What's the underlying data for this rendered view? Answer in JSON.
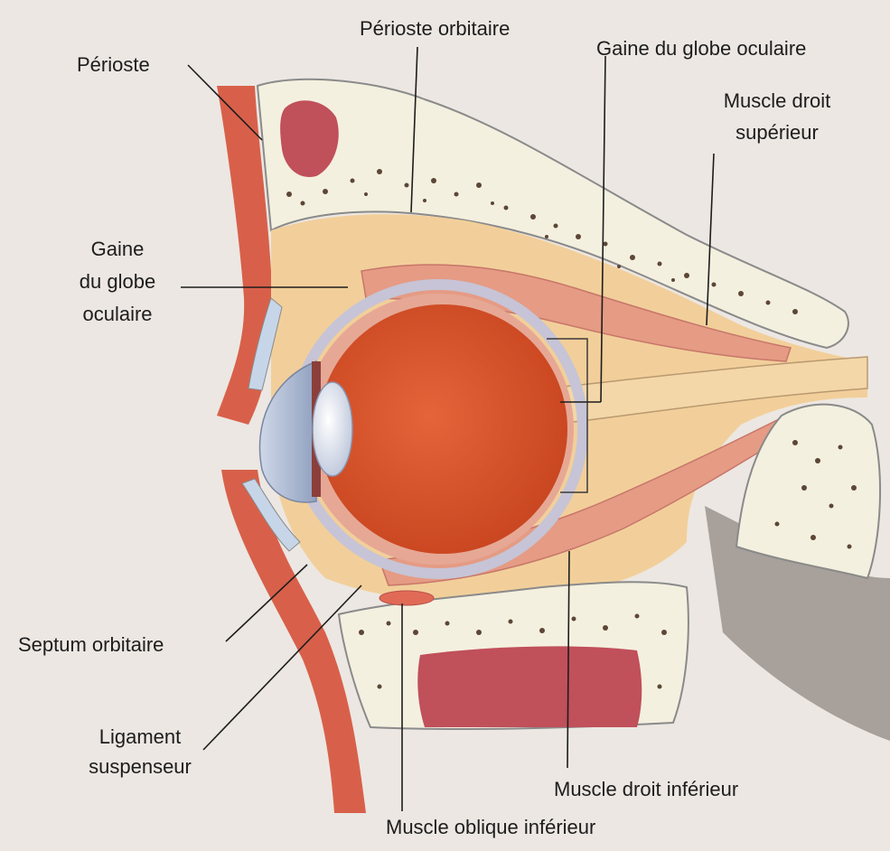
{
  "labels": {
    "periostum": "Périoste",
    "periostum_orbitaire": "Périoste orbitaire",
    "gaine_top": "Gaine du globe oculaire",
    "muscle_droit_sup_1": "Muscle droit",
    "muscle_droit_sup_2": "supérieur",
    "gaine_left_1": "Gaine",
    "gaine_left_2": "du globe",
    "gaine_left_3": "oculaire",
    "septum": "Septum orbitaire",
    "ligament_1": "Ligament",
    "ligament_2": "suspenseur",
    "muscle_droit_inf": "Muscle droit inférieur",
    "muscle_oblique_inf": "Muscle oblique inférieur"
  },
  "colors": {
    "background": "#ece7e2",
    "fat": "#f2cf9a",
    "bone": "#f4f0df",
    "muscle": "#e59b84",
    "globe": "#d4542e",
    "skin": "#d8604a",
    "sheath": "#c6c4d6"
  }
}
